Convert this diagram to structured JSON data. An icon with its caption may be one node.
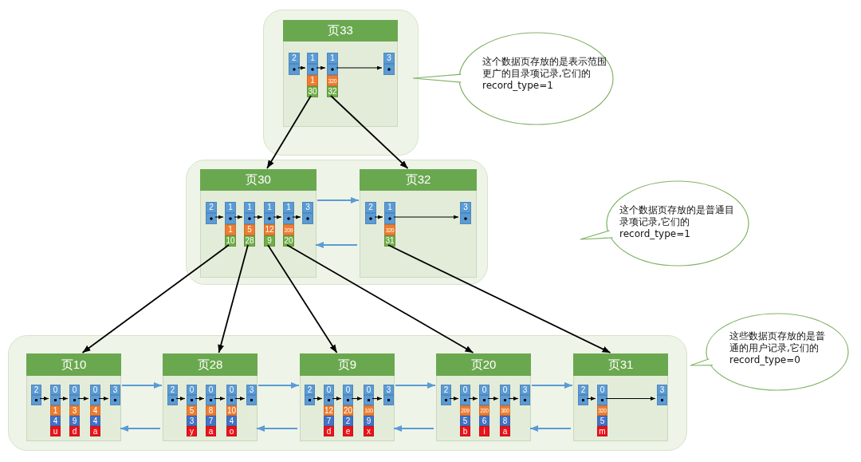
{
  "diagram": {
    "nodes": [
      {
        "text": [],
        "shape": "box"
      },
      {
        "text": [
          "页33"
        ],
        "in": 0
      },
      {
        "text": [
          "2"
        ],
        "in": 1
      },
      {
        "text": [
          "1",
          "1",
          "30"
        ],
        "in": 1
      },
      {
        "text": [
          "1",
          "320",
          "32"
        ],
        "in": 1
      },
      {
        "text": [
          "3"
        ],
        "in": 1
      },
      {
        "text": [
          "这个数据页存放的是表示范围更广的目录项记录,它们的record_type=1"
        ]
      },
      {
        "text": [],
        "shape": "box"
      },
      {
        "text": [
          "页30"
        ],
        "in": 7
      },
      {
        "text": [
          "2"
        ],
        "in": 8
      },
      {
        "text": [
          "1",
          "1",
          "10"
        ],
        "in": 8
      },
      {
        "text": [
          "1",
          "5",
          "28"
        ],
        "in": 8
      },
      {
        "text": [
          "1",
          "12",
          "9"
        ],
        "in": 8
      },
      {
        "text": [
          "1",
          "209",
          "20"
        ],
        "in": 8
      },
      {
        "text": [
          "3"
        ],
        "in": 8
      },
      {
        "text": [
          "页32"
        ],
        "in": 7
      },
      {
        "text": [
          "2"
        ],
        "in": 15
      },
      {
        "text": [
          "1",
          "320",
          "31"
        ],
        "in": 15
      },
      {
        "text": [
          "3"
        ],
        "in": 15
      },
      {
        "text": [
          "这个数据页存放的是普通目录项记录,它们的record_type=1"
        ]
      },
      {
        "text": [],
        "shape": "box"
      },
      {
        "text": [
          "页10"
        ],
        "in": 20
      },
      {
        "text": [
          "2"
        ],
        "in": 21
      },
      {
        "text": [
          "0",
          "1",
          "4",
          "u"
        ],
        "in": 21
      },
      {
        "text": [
          "0",
          "3",
          "9",
          "d"
        ],
        "in": 21
      },
      {
        "text": [
          "0",
          "4",
          "4",
          "a"
        ],
        "in": 21
      },
      {
        "text": [
          "3"
        ],
        "in": 21
      },
      {
        "text": [
          "页28"
        ],
        "in": 20
      },
      {
        "text": [
          "2"
        ],
        "in": 27
      },
      {
        "text": [
          "0",
          "5",
          "3",
          "y"
        ],
        "in": 27
      },
      {
        "text": [
          "0",
          "8",
          "7",
          "a"
        ],
        "in": 27
      },
      {
        "text": [
          "0",
          "10",
          "4",
          "o"
        ],
        "in": 27
      },
      {
        "text": [
          "3"
        ],
        "in": 27
      },
      {
        "text": [
          "页9"
        ],
        "in": 20
      },
      {
        "text": [
          "2"
        ],
        "in": 33
      },
      {
        "text": [
          "0",
          "12",
          "7",
          "d"
        ],
        "in": 33
      },
      {
        "text": [
          "0",
          "20",
          "2",
          "e"
        ],
        "in": 33
      },
      {
        "text": [
          "0",
          "100",
          "9",
          "x"
        ],
        "in": 33
      },
      {
        "text": [
          "3"
        ],
        "in": 33
      },
      {
        "text": [
          "页20"
        ],
        "in": 20
      },
      {
        "text": [
          "2"
        ],
        "in": 39
      },
      {
        "text": [
          "0",
          "209",
          "5",
          "b"
        ],
        "in": 39
      },
      {
        "text": [
          "0",
          "220",
          "6",
          "i"
        ],
        "in": 39
      },
      {
        "text": [
          "0",
          "300",
          "8",
          "a"
        ],
        "in": 39
      },
      {
        "text": [
          "3"
        ],
        "in": 39
      },
      {
        "text": [
          "页31"
        ],
        "in": 20
      },
      {
        "text": [
          "2"
        ],
        "in": 45
      },
      {
        "text": [
          "0",
          "320",
          "5",
          "m"
        ],
        "in": 45
      },
      {
        "text": [
          "3"
        ],
        "in": 45
      },
      {
        "text": [
          "这些数据页存放的是普通的用户记录,它们的record_type=0"
        ]
      }
    ],
    "edges": [
      {
        "from": 2,
        "to": 3,
        "arrow": "to"
      },
      {
        "from": 3,
        "to": 4,
        "arrow": "to"
      },
      {
        "from": 4,
        "to": 5,
        "arrow": "to"
      },
      {
        "from": 9,
        "to": 10,
        "arrow": "to"
      },
      {
        "from": 10,
        "to": 11,
        "arrow": "to"
      },
      {
        "from": 11,
        "to": 12,
        "arrow": "to"
      },
      {
        "from": 12,
        "to": 13,
        "arrow": "to"
      },
      {
        "from": 13,
        "to": 14,
        "arrow": "to"
      },
      {
        "from": 16,
        "to": 17,
        "arrow": "to"
      },
      {
        "from": 17,
        "to": 18,
        "arrow": "to"
      },
      {
        "from": 22,
        "to": 23,
        "arrow": "to"
      },
      {
        "from": 23,
        "to": 24,
        "arrow": "to"
      },
      {
        "from": 24,
        "to": 25,
        "arrow": "to"
      },
      {
        "from": 25,
        "to": 26,
        "arrow": "to"
      },
      {
        "from": 28,
        "to": 29,
        "arrow": "to"
      },
      {
        "from": 29,
        "to": 30,
        "arrow": "to"
      },
      {
        "from": 30,
        "to": 31,
        "arrow": "to"
      },
      {
        "from": 31,
        "to": 32,
        "arrow": "to"
      },
      {
        "from": 34,
        "to": 35,
        "arrow": "to"
      },
      {
        "from": 35,
        "to": 36,
        "arrow": "to"
      },
      {
        "from": 36,
        "to": 37,
        "arrow": "to"
      },
      {
        "from": 37,
        "to": 38,
        "arrow": "to"
      },
      {
        "from": 40,
        "to": 41,
        "arrow": "to"
      },
      {
        "from": 41,
        "to": 42,
        "arrow": "to"
      },
      {
        "from": 42,
        "to": 43,
        "arrow": "to"
      },
      {
        "from": 43,
        "to": 44,
        "arrow": "to"
      },
      {
        "from": 46,
        "to": 47,
        "arrow": "to"
      },
      {
        "from": 47,
        "to": 48,
        "arrow": "to"
      },
      {
        "from": 3,
        "to": 8,
        "arrow": "to"
      },
      {
        "from": 4,
        "to": 15,
        "arrow": "to"
      },
      {
        "from": 10,
        "to": 21,
        "arrow": "to"
      },
      {
        "from": 11,
        "to": 27,
        "arrow": "to"
      },
      {
        "from": 12,
        "to": 33,
        "arrow": "to"
      },
      {
        "from": 13,
        "to": 39,
        "arrow": "to"
      },
      {
        "from": 17,
        "to": 45,
        "arrow": "to"
      },
      {
        "from": 8,
        "to": 15,
        "arrow": "to",
        "color": "#5b9bd5"
      },
      {
        "from": 15,
        "to": 8,
        "arrow": "to",
        "color": "#5b9bd5"
      },
      {
        "from": 21,
        "to": 27,
        "arrow": "to",
        "color": "#5b9bd5"
      },
      {
        "from": 27,
        "to": 21,
        "arrow": "to",
        "color": "#5b9bd5"
      },
      {
        "from": 27,
        "to": 33,
        "arrow": "to",
        "color": "#5b9bd5"
      },
      {
        "from": 33,
        "to": 27,
        "arrow": "to",
        "color": "#5b9bd5"
      },
      {
        "from": 33,
        "to": 39,
        "arrow": "to",
        "color": "#5b9bd5"
      },
      {
        "from": 39,
        "to": 33,
        "arrow": "to",
        "color": "#5b9bd5"
      },
      {
        "from": 39,
        "to": 45,
        "arrow": "to",
        "color": "#5b9bd5"
      },
      {
        "from": 45,
        "to": 39,
        "arrow": "to",
        "color": "#5b9bd5"
      }
    ]
  }
}
